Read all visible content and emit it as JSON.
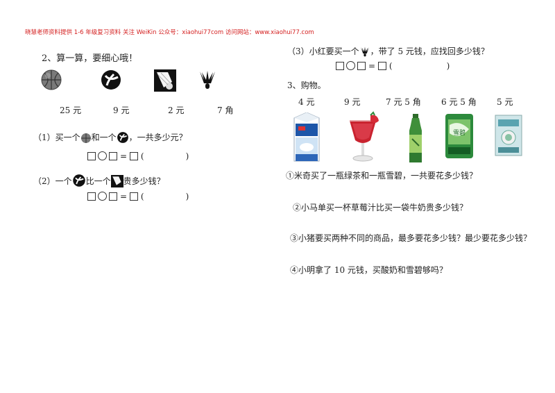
{
  "header": {
    "text": "晓慧老师资料提供 1-6 年级复习资料  关注 WeiKin 公众号：xiaohui77com    访问网站：www.xiaohui77.com"
  },
  "section2": {
    "title": "2、算一算，要细心哦！",
    "items": [
      {
        "icon": "basketball-icon",
        "price": "25 元"
      },
      {
        "icon": "volleyball-icon",
        "price": "9 元"
      },
      {
        "icon": "shuttlecock-icon",
        "price": "2 元"
      },
      {
        "icon": "shuttlecock-black-icon",
        "price": "7 角"
      }
    ],
    "q1": {
      "prefix": "（1）买一个",
      "mid": "和一个",
      "suffix": "，一共多少元？"
    },
    "q2": {
      "prefix": "（2）一个",
      "mid": "比一个",
      "suffix": "贵多少钱？"
    },
    "eq": {
      "equals": "=",
      "open": "(",
      "close": ")"
    }
  },
  "section2_q3": {
    "prefix": "（3）小红要买一个",
    "suffix": "，带了 5 元钱，应找回多少钱？",
    "eq": {
      "equals": "=",
      "open": "(",
      "close": ")"
    }
  },
  "section3": {
    "title": "3、购物。",
    "products": [
      {
        "icon": "yogurt-carton-icon",
        "price": "4 元"
      },
      {
        "icon": "strawberry-juice-icon",
        "price": "9 元"
      },
      {
        "icon": "green-tea-bottle-icon",
        "price": "7 元 5 角"
      },
      {
        "icon": "sprite-bottle-icon",
        "price": "6 元 5 角"
      },
      {
        "icon": "milk-bag-icon",
        "price": "5 元"
      }
    ],
    "questions": [
      "①米奇买了一瓶绿茶和一瓶雪碧，一共要花多少钱？",
      "②小马单买一杯草莓汁比买一袋牛奶贵多少钱？",
      "③小猪要买两种不同的商品，最多要花多少钱？最少要花多少钱？",
      "④小明拿了 10 元钱，买酸奶和雪碧够吗？"
    ]
  }
}
